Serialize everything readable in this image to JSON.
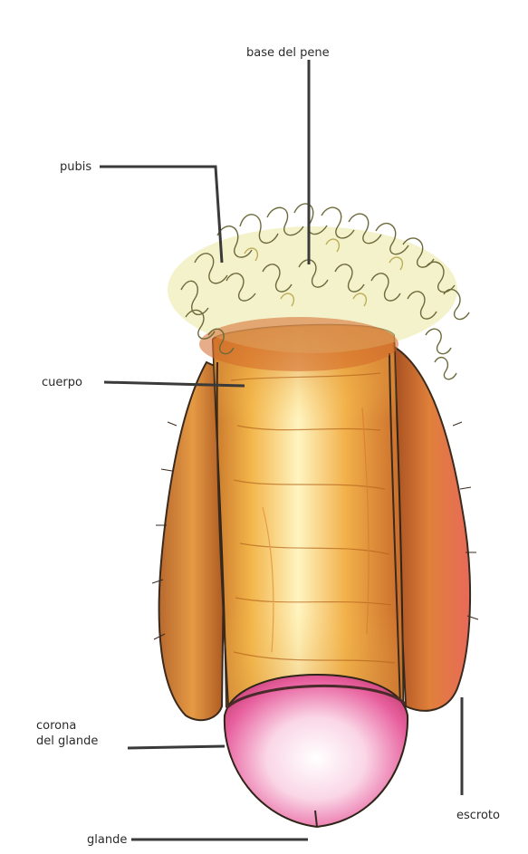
{
  "labels": {
    "base_del_pene": "base del pene",
    "pubis": "pubis",
    "cuerpo": "cuerpo",
    "corona_line1": "corona",
    "corona_line2": "del glande",
    "escroto": "escroto",
    "glande": "glande"
  },
  "colors": {
    "background": "#ffffff",
    "leader_line": "#3a3a3a",
    "shaft_light": "#fbe68a",
    "shaft_orange": "#e8963a",
    "glans_pink": "#e85a9c",
    "pubic_hair": "#d7d76a"
  }
}
